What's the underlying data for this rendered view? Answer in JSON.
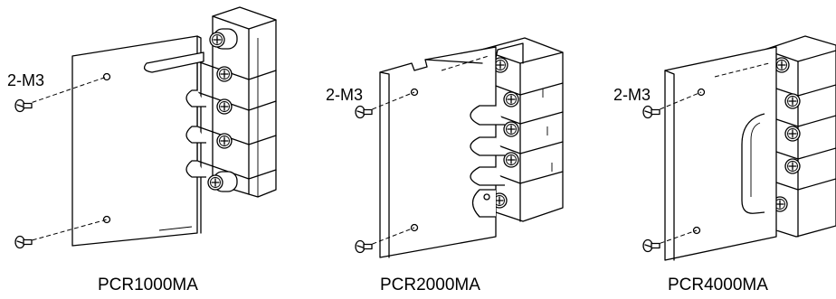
{
  "figures": [
    {
      "id": "pcr1000ma",
      "caption": "PCR1000MA",
      "screw_label": "2-M3"
    },
    {
      "id": "pcr2000ma",
      "caption": "PCR2000MA",
      "screw_label": "2-M3"
    },
    {
      "id": "pcr4000ma",
      "caption": "PCR4000MA",
      "screw_label": "2-M3"
    }
  ]
}
